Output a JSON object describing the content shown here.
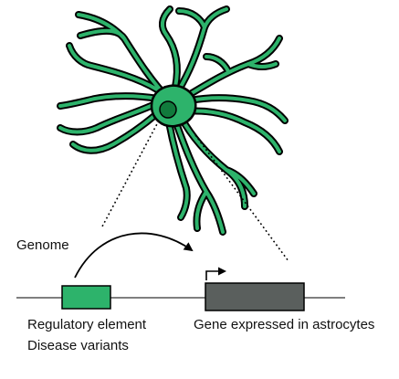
{
  "labels": {
    "genome": "Genome",
    "regulatory_element": "Regulatory element",
    "disease_variants": "Disease variants",
    "gene_expressed": "Gene expressed in astrocytes"
  },
  "colors": {
    "astrocyte_fill": "#2db36b",
    "astrocyte_outline": "#000000",
    "nucleus": "#117a3c",
    "regulatory_element": "#2db36b",
    "gene": "#5a5f5d",
    "genome_line": "#555555",
    "text": "#111111"
  },
  "icons": {
    "cell": "astrocyte-icon",
    "loop_arrow": "curved-arrow-icon",
    "tss_arrow": "bent-arrow-icon"
  }
}
